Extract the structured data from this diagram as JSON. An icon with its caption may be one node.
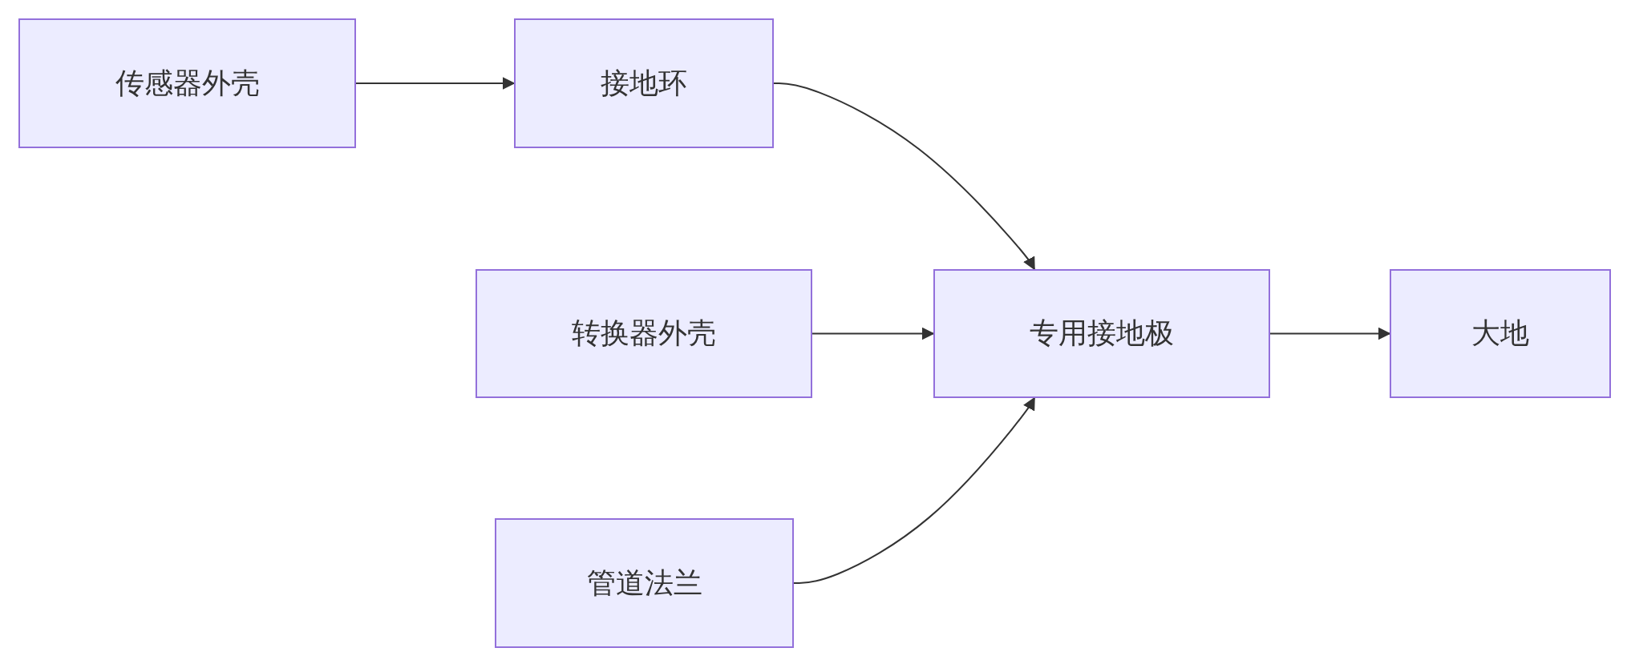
{
  "diagram": {
    "nodes": [
      {
        "text": [
          "传感器外壳"
        ]
      },
      {
        "text": [
          "接地环"
        ]
      },
      {
        "text": [
          "转换器外壳"
        ]
      },
      {
        "text": [
          "专用接地极"
        ]
      },
      {
        "text": [
          "大地"
        ]
      },
      {
        "text": [
          "管道法兰"
        ]
      }
    ],
    "edges": [
      {
        "from": 0,
        "to": 1,
        "arrow": "to"
      },
      {
        "from": 1,
        "to": 3,
        "arrow": "to"
      },
      {
        "from": 2,
        "to": 3,
        "arrow": "to"
      },
      {
        "from": 5,
        "to": 3,
        "arrow": "to"
      },
      {
        "from": 3,
        "to": 4,
        "arrow": "to"
      }
    ]
  }
}
